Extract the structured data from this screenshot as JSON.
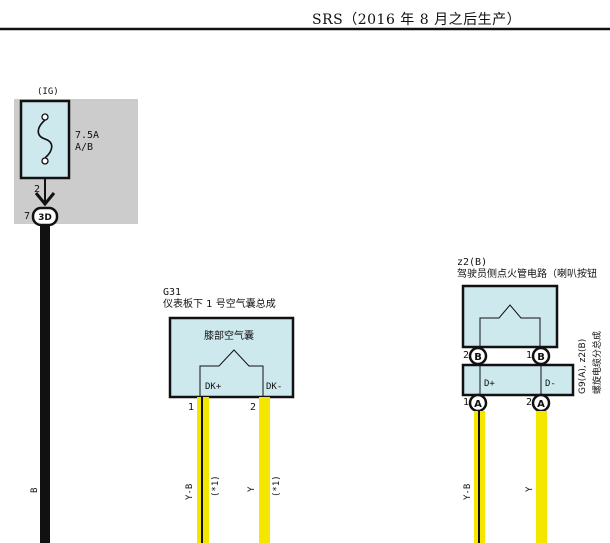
{
  "header": {
    "title": "SRS（2016 年 8 月之后生产）"
  },
  "power": {
    "source": "(IG)",
    "fuse_rating": "7.5A",
    "fuse_name": "A/B",
    "fuse_pin": "2",
    "connector_pin": "7",
    "connector_id": "3D",
    "wire_color": "B"
  },
  "g31": {
    "code": "G31",
    "name": "仪表板下 1 号空气囊总成",
    "inner_label": "膝部空气囊",
    "terminals": [
      {
        "pin": "1",
        "name": "DK+",
        "wire_color": "Y-B",
        "note": "(*1)"
      },
      {
        "pin": "2",
        "name": "DK-",
        "wire_color": "Y",
        "note": "(*1)"
      }
    ]
  },
  "z2": {
    "code": "z2(B)",
    "name": "驾驶员侧点火管电路（喇叭按钮",
    "top_pins": [
      {
        "pin": "2",
        "id": "B"
      },
      {
        "pin": "1",
        "id": "B"
      }
    ],
    "spiral": {
      "code": "G9(A), z2(B)",
      "name": "螺旋电缆分总成",
      "terminals": [
        {
          "pin": "1",
          "id": "A",
          "name": "D+",
          "wire_color": "Y-B"
        },
        {
          "pin": "2",
          "id": "A",
          "name": "D-",
          "wire_color": "Y"
        }
      ]
    }
  },
  "colors": {
    "wire_black": "#111111",
    "wire_yellow": "#f5e600",
    "component_fill": "#cde9ee",
    "fuse_box_bg": "#cccccc"
  }
}
